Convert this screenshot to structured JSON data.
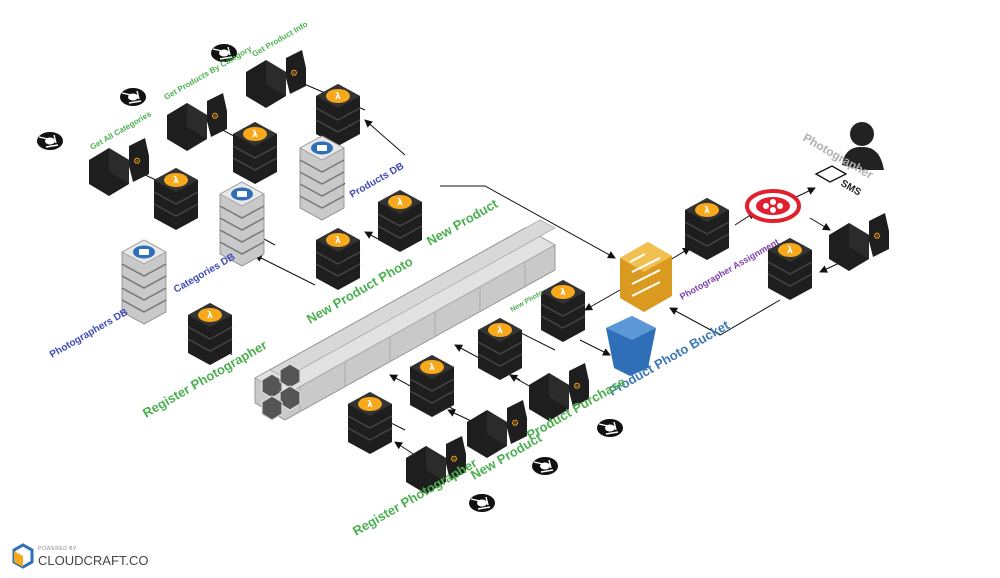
{
  "labels": {
    "get_all_categories": "Get All Categories",
    "get_products_by_category": "Get Products By Category",
    "get_product_info": "Get Product Info",
    "products_db": "Products DB",
    "categories_db": "Categories DB",
    "photographers_db": "Photographers DB",
    "new_product_photo": "New Product Photo",
    "new_product_top": "New Product",
    "new_photo": "New Photo",
    "photographer_assignment": "Photographer Assignment",
    "photographer": "Photographer",
    "sms": "SMS",
    "product_photo_bucket": "Product Photo Bucket",
    "register_photographer_left": "Register Photographer",
    "register_photographer_bottom": "Register Photographer",
    "new_product_bottom": "New Product",
    "product_purchase": "Product Purchase"
  },
  "brand": {
    "powered_by": "POWERED BY",
    "name": "CLOUDCRAFT.CO"
  },
  "colors": {
    "lambda": "#f7a81b",
    "dark_block": "#2b2b2b",
    "stream": "#d0d0d0",
    "bucket": "#2f6fb8",
    "sns_red": "#e0202e",
    "step_gold": "#e6a92a"
  }
}
